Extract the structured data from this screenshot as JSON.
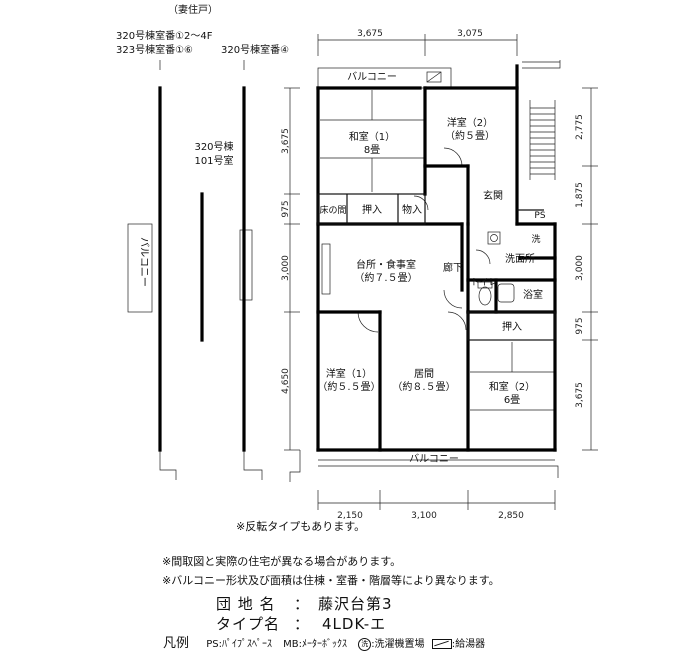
{
  "header": {
    "tsumazumi": "（妻住戸）",
    "variant1": "320号棟室番①2～4F",
    "variant2": "323号棟室番①⑥",
    "variant3": "320号棟室番④",
    "unit_label": "320号棟\n101号室"
  },
  "dimensions": {
    "top": [
      "3,675",
      "3,075"
    ],
    "bottom": [
      "2,150",
      "3,100",
      "2,850"
    ],
    "left": [
      "3,675",
      "975",
      "3,000",
      "4,650"
    ],
    "right": [
      "2,775",
      "1,875",
      "3,000",
      "975",
      "3,675"
    ]
  },
  "rooms": {
    "washitsu1_name": "和室（1）",
    "washitsu1_size": "8畳",
    "youshitsu2_name": "洋室（2）",
    "youshitsu2_size": "（約５畳）",
    "genkan": "玄関",
    "tokonoma": "床の間",
    "oshiire_top": "押入",
    "monoire": "物入",
    "ps": "PS",
    "washer": "洗",
    "senmenjo": "洗面所",
    "kitchen_name": "台所・食事室",
    "kitchen_size": "（約７.５畳）",
    "rouka": "廊下",
    "toilet": "トイレ",
    "yokushitsu": "浴室",
    "oshiire_bottom": "押入",
    "youshitsu1_name": "洋室（1）",
    "youshitsu1_size": "（約５.５畳）",
    "ima_name": "居間",
    "ima_size": "（約８.５畳）",
    "washitsu2_name": "和室（2）",
    "washitsu2_size": "6畳",
    "balcony_top": "バルコニー",
    "balcony_bottom": "バルコニー",
    "balcony_side": "バルコニー"
  },
  "notes": {
    "reverse": "※反転タイプもあります。",
    "note1": "※間取図と実際の住宅が異なる場合があります。",
    "note2": "※バルコニー形状及び面積は住棟・室番・階層等により異なります。"
  },
  "info": {
    "danchi_label": "団 地 名",
    "colon1": "：",
    "danchi_value": "藤沢台第3",
    "type_label": "タイプ名",
    "colon2": "：",
    "type_value": "4LDK-エ"
  },
  "legend": {
    "title": "凡例",
    "ps": "PS:ﾊﾟｲﾌﾟｽﾍﾟｰｽ",
    "mb": "MB:ﾒｰﾀｰﾎﾞｯｸｽ",
    "wm_symbol": "洗",
    "wm_text": ":洗濯機置場",
    "wh_text": ":給湯器"
  }
}
